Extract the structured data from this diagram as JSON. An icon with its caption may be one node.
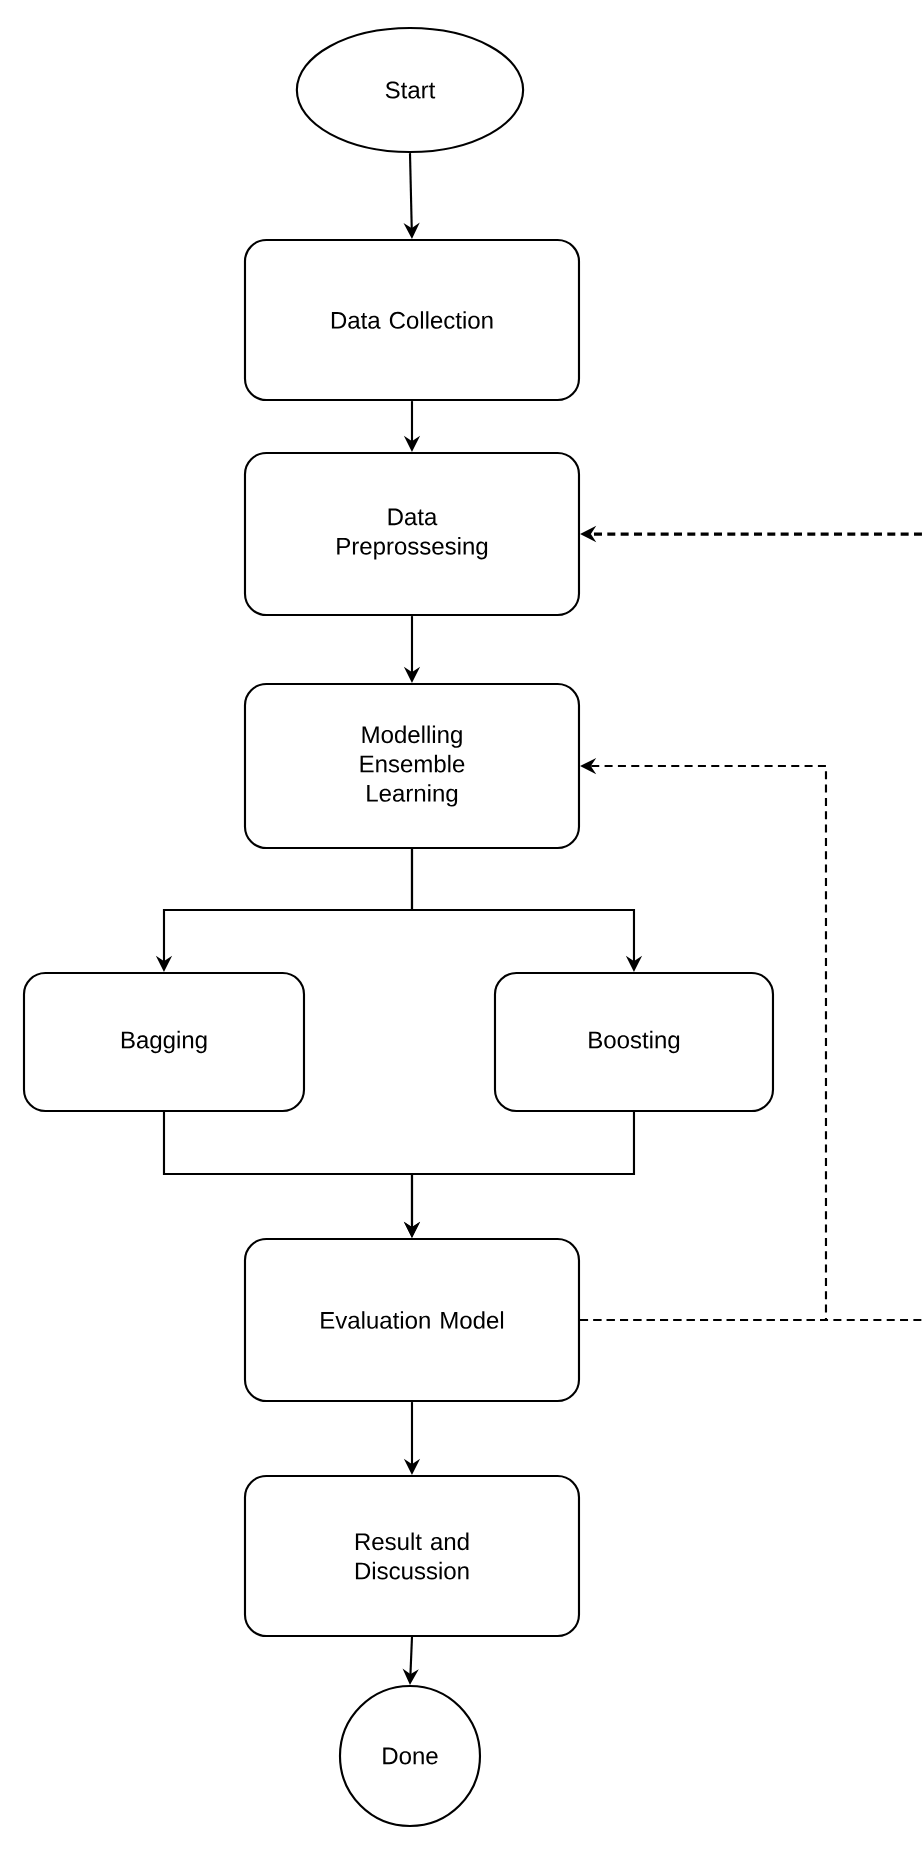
{
  "diagram": {
    "nodes": [
      {
        "text": [
          "Start"
        ]
      },
      {
        "text": [
          "Data Collection"
        ]
      },
      {
        "text": [
          "Data Preprossesing"
        ]
      },
      {
        "text": [
          "Modelling Ensemble Learning"
        ]
      },
      {
        "text": [
          "Bagging"
        ]
      },
      {
        "text": [
          "Boosting"
        ]
      },
      {
        "text": [
          "Evaluation Model"
        ]
      },
      {
        "text": [
          "Result and Discussion"
        ]
      },
      {
        "text": [
          "Done"
        ]
      }
    ],
    "edges": [
      {
        "from": 0,
        "to": 1,
        "arrow": "to"
      },
      {
        "from": 1,
        "to": 2,
        "arrow": "to"
      },
      {
        "from": 2,
        "to": 3,
        "arrow": "to"
      },
      {
        "from": 3,
        "to": 4,
        "arrow": "to"
      },
      {
        "from": 3,
        "to": 5,
        "arrow": "to"
      },
      {
        "from": 4,
        "to": 6,
        "arrow": "to"
      },
      {
        "from": 5,
        "to": 6,
        "arrow": "to"
      },
      {
        "from": 6,
        "to": 7,
        "arrow": "to"
      },
      {
        "from": 7,
        "to": 8,
        "arrow": "to"
      },
      {
        "from": 6,
        "to": 3,
        "arrow": "to",
        "style": "dashed"
      },
      {
        "from": null,
        "to": 2,
        "arrow": "to",
        "style": "dashed"
      },
      {
        "from": 6,
        "to": null,
        "arrow": "none",
        "style": "dashed"
      }
    ]
  }
}
